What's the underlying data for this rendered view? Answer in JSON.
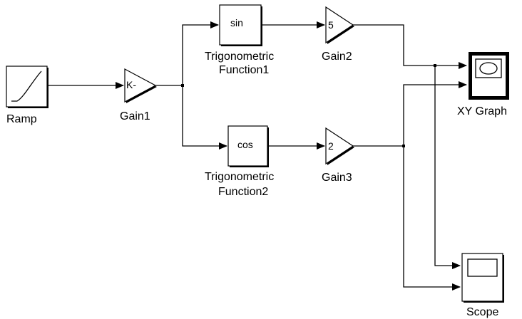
{
  "blocks": {
    "ramp": {
      "label": "Ramp"
    },
    "gain1": {
      "label": "Gain1",
      "value": "K-"
    },
    "trig1": {
      "label_line1": "Trigonometric",
      "label_line2": "Function1",
      "func": "sin"
    },
    "trig2": {
      "label_line1": "Trigonometric",
      "label_line2": "Function2",
      "func": "cos"
    },
    "gain2": {
      "label": "Gain2",
      "value": "5"
    },
    "gain3": {
      "label": "Gain3",
      "value": "2"
    },
    "xygraph": {
      "label": "XY Graph"
    },
    "scope": {
      "label": "Scope"
    }
  }
}
